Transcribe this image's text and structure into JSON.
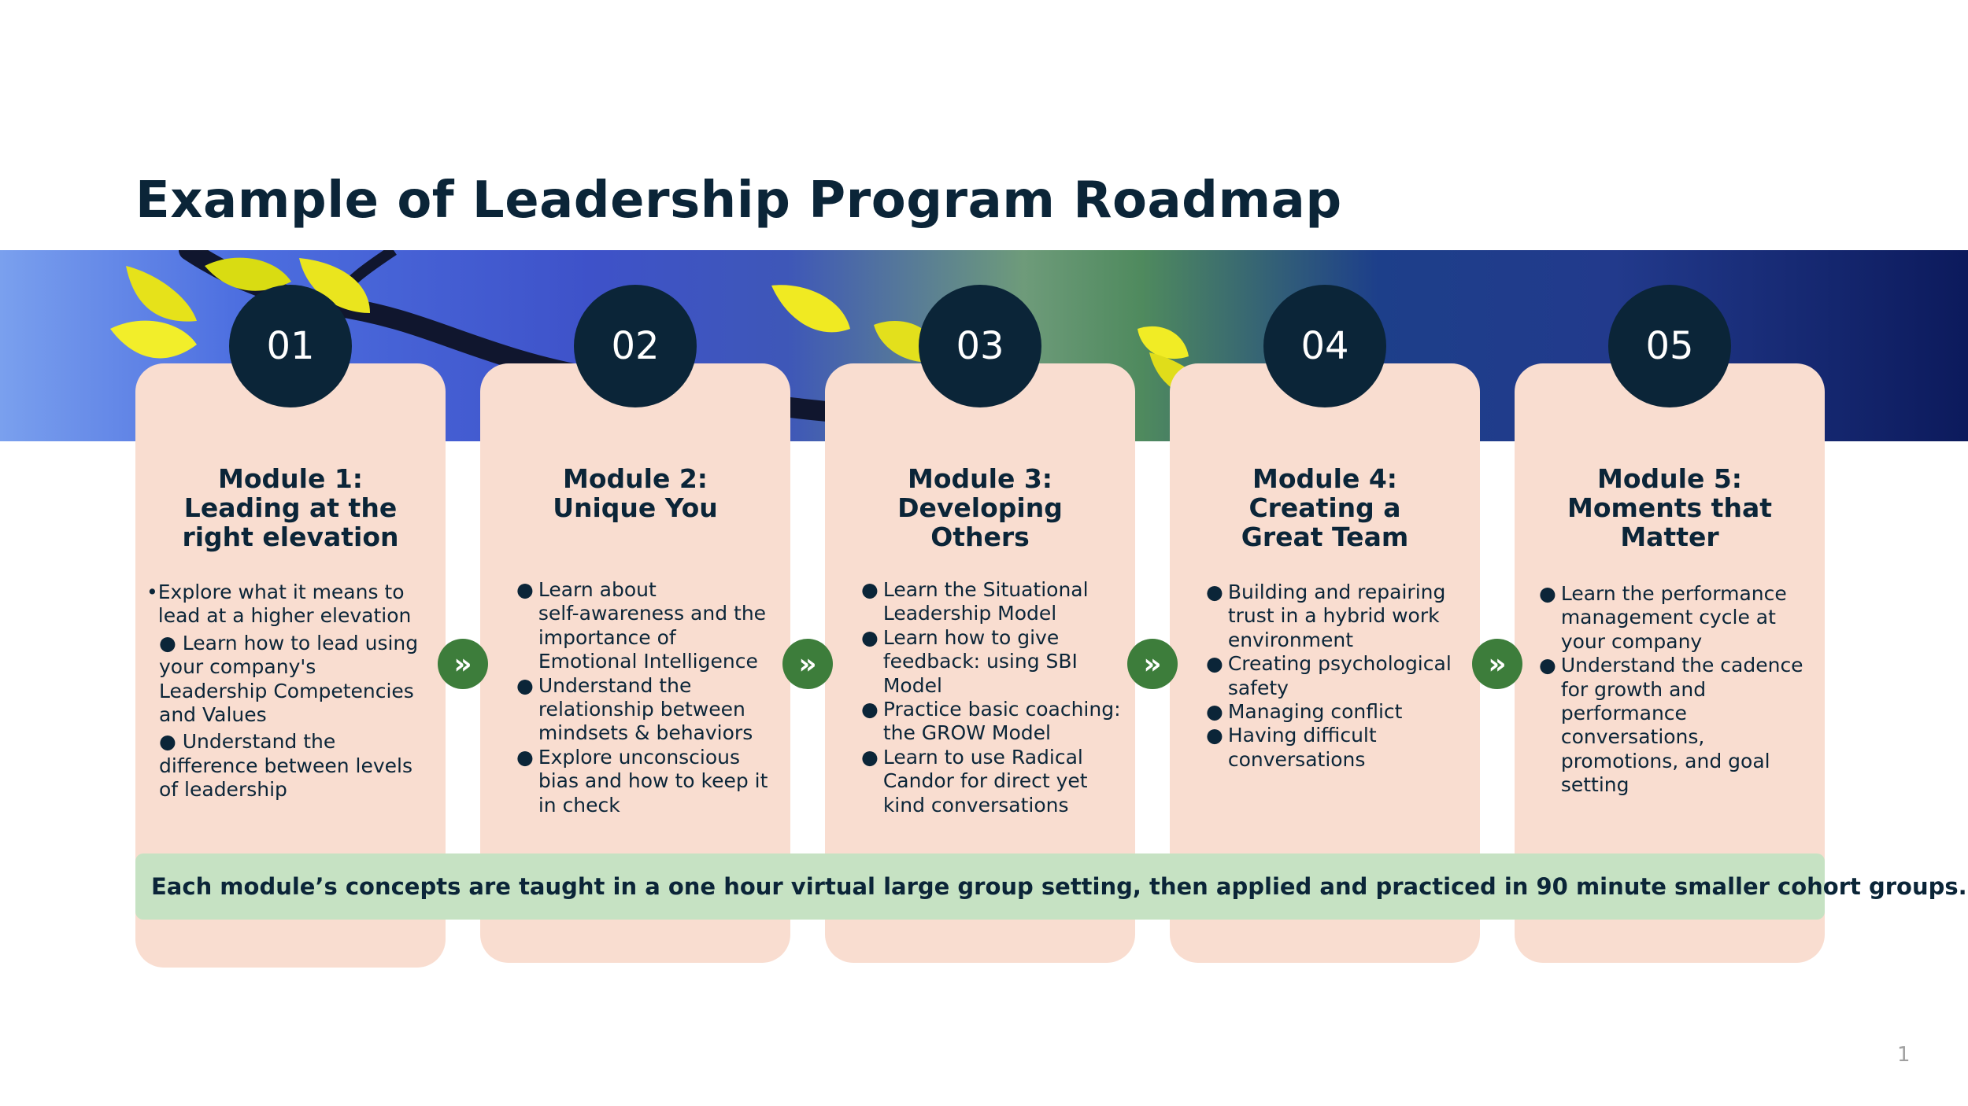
{
  "title": "Example of Leadership Program Roadmap",
  "modules": [
    {
      "number": "01",
      "title_lines": [
        "Module 1:",
        "Leading at the",
        "right elevation"
      ],
      "bullets": [
        {
          "marker": "•",
          "lines": [
            "Explore what it means to",
            "lead at a higher elevation"
          ]
        },
        {
          "marker": "",
          "lines": [
            "● Learn how to lead using",
            "your company's",
            "Leadership Competencies",
            "and Values"
          ]
        },
        {
          "marker": "",
          "lines": [
            "● Understand the",
            "difference between levels",
            "of leadership"
          ]
        }
      ]
    },
    {
      "number": "02",
      "title_lines": [
        "Module 2:",
        "Unique You"
      ],
      "bullets": [
        {
          "marker": "●",
          "lines": [
            "Learn about",
            "self-awareness and the",
            "importance of",
            "Emotional Intelligence"
          ]
        },
        {
          "marker": "●",
          "lines": [
            "Understand the",
            "relationship between",
            "mindsets & behaviors"
          ]
        },
        {
          "marker": "●",
          "lines": [
            "Explore unconscious",
            "bias and how to keep it",
            "in check"
          ]
        }
      ]
    },
    {
      "number": "03",
      "title_lines": [
        "Module 3:",
        "Developing",
        "Others"
      ],
      "bullets": [
        {
          "marker": "●",
          "lines": [
            "Learn the Situational",
            "Leadership Model"
          ]
        },
        {
          "marker": "●",
          "lines": [
            "Learn how to give",
            "feedback: using SBI",
            "Model"
          ]
        },
        {
          "marker": "●",
          "lines": [
            "Practice basic coaching:",
            "the GROW Model"
          ]
        },
        {
          "marker": "●",
          "lines": [
            "Learn to use Radical",
            "Candor for direct yet",
            "kind conversations"
          ]
        }
      ]
    },
    {
      "number": "04",
      "title_lines": [
        "Module 4:",
        "Creating a",
        "Great Team"
      ],
      "bullets": [
        {
          "marker": "●",
          "lines": [
            "Building and repairing",
            "trust in a hybrid work",
            "environment"
          ]
        },
        {
          "marker": "●",
          "lines": [
            "Creating psychological",
            "safety"
          ]
        },
        {
          "marker": "●",
          "lines": [
            "Managing conflict"
          ]
        },
        {
          "marker": "●",
          "lines": [
            "Having difficult",
            "conversations"
          ]
        }
      ]
    },
    {
      "number": "05",
      "title_lines": [
        "Module 5:",
        "Moments that",
        "Matter"
      ],
      "bullets": [
        {
          "marker": "●",
          "lines": [
            "Learn the performance",
            "management cycle at",
            "your company"
          ]
        },
        {
          "marker": "●",
          "lines": [
            "Understand the cadence",
            "for growth and",
            "performance",
            "conversations,",
            "promotions, and goal",
            "setting"
          ]
        }
      ]
    }
  ],
  "arrow_icon": "double-chevron-right-icon",
  "arrow_glyph": "»",
  "footer": "Each module’s concepts are taught in a one hour virtual large group setting, then applied and practiced in 90 minute smaller cohort groups.",
  "page_number": "1",
  "colors": {
    "navy": "#0b2538",
    "card": "#f9ddd0",
    "arrow": "#3d7d3b",
    "footer_bar": "#c6e2c3"
  }
}
